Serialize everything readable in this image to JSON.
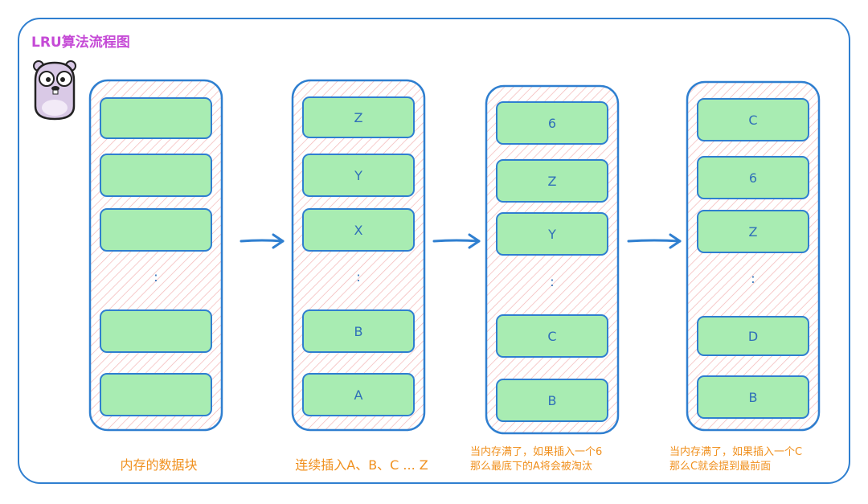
{
  "title": "LRU算法流程图",
  "columns": [
    {
      "blocks": [
        "",
        "",
        "",
        ":",
        "",
        ""
      ],
      "caption": "内存的数据块"
    },
    {
      "blocks": [
        "Z",
        "Y",
        "X",
        ":",
        "B",
        "A"
      ],
      "caption": "连续插入A、B、C ... Z"
    },
    {
      "blocks": [
        "6",
        "Z",
        "Y",
        ":",
        "C",
        "B"
      ],
      "caption_lines": [
        "当内存满了，如果插入一个6",
        "那么最底下的A将会被淘汰"
      ]
    },
    {
      "blocks": [
        "C",
        "6",
        "Z",
        ":",
        "D",
        "B"
      ],
      "caption_lines": [
        "当内存满了，如果插入一个C",
        "那么C就会提到最前面"
      ]
    }
  ],
  "colors": {
    "frame": "#2f7fd0",
    "block_fill": "#a8ecb2",
    "block_border": "#2f7fd0",
    "hatch": "#f3b5b5",
    "arrow": "#2f7fd0",
    "caption": "#f0901e",
    "title": "#c54ad6"
  },
  "icons": {
    "mascot": "gopher-mascot-icon",
    "arrow": "arrow-right-icon"
  }
}
